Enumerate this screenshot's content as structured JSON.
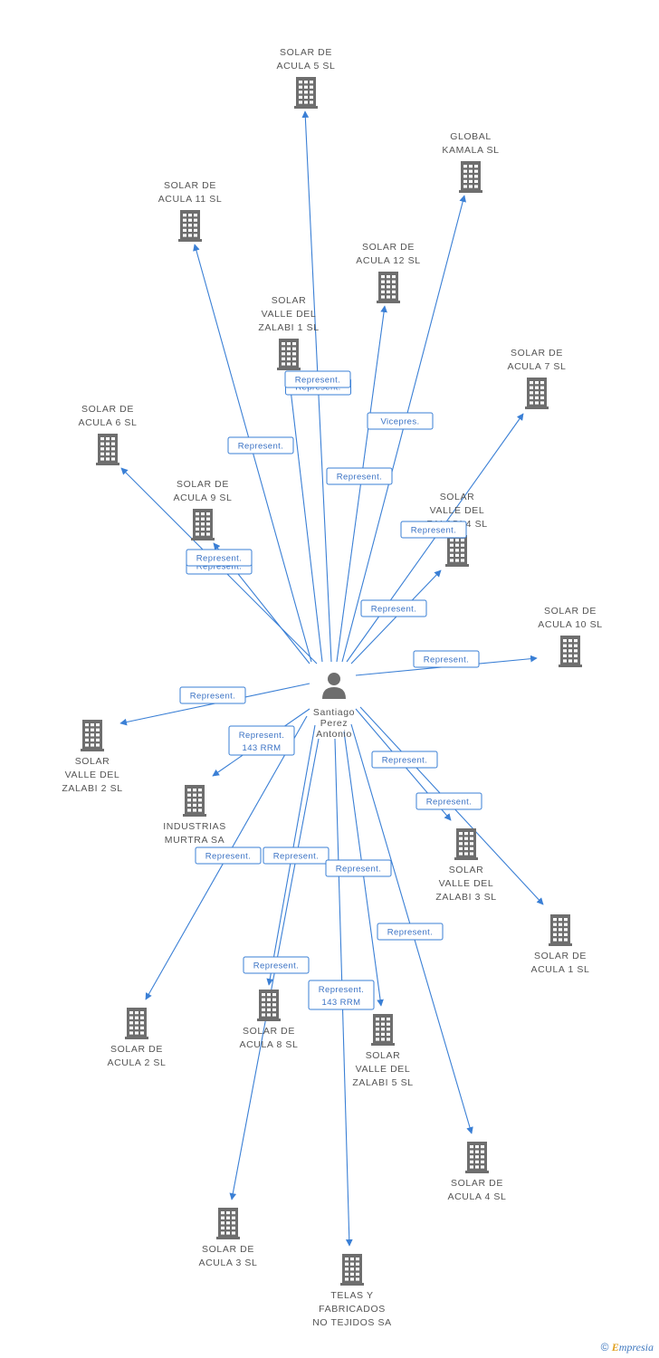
{
  "colors": {
    "edge": "#3a7fd5",
    "icon": "#6e6e6e",
    "label": "#555555",
    "edge_text": "#3a72c4"
  },
  "center": {
    "name": [
      "Santiago",
      "Perez",
      "Antonio"
    ],
    "icon": "person-icon"
  },
  "companies": [
    {
      "id": "acula5",
      "lines": [
        "SOLAR DE",
        "ACULA 5 SL"
      ],
      "icon": "building-icon"
    },
    {
      "id": "global",
      "lines": [
        "GLOBAL",
        "KAMALA SL"
      ],
      "icon": "building-icon"
    },
    {
      "id": "acula11",
      "lines": [
        "SOLAR DE",
        "ACULA 11 SL"
      ],
      "icon": "building-icon"
    },
    {
      "id": "acula12",
      "lines": [
        "SOLAR DE",
        "ACULA 12 SL"
      ],
      "icon": "building-icon"
    },
    {
      "id": "zalabi1",
      "lines": [
        "SOLAR",
        "VALLE DEL",
        "ZALABI 1 SL"
      ],
      "icon": "building-icon"
    },
    {
      "id": "acula7",
      "lines": [
        "SOLAR DE",
        "ACULA 7 SL"
      ],
      "icon": "building-icon"
    },
    {
      "id": "acula6",
      "lines": [
        "SOLAR DE",
        "ACULA 6 SL"
      ],
      "icon": "building-icon"
    },
    {
      "id": "acula9",
      "lines": [
        "SOLAR DE",
        "ACULA 9 SL"
      ],
      "icon": "building-icon"
    },
    {
      "id": "zalabi4",
      "lines": [
        "SOLAR",
        "VALLE DEL",
        "ZALABI 4 SL"
      ],
      "icon": "building-icon"
    },
    {
      "id": "acula10",
      "lines": [
        "SOLAR DE",
        "ACULA 10 SL"
      ],
      "icon": "building-icon"
    },
    {
      "id": "zalabi2",
      "lines": [
        "SOLAR",
        "VALLE DEL",
        "ZALABI 2 SL"
      ],
      "icon": "building-icon"
    },
    {
      "id": "murtra",
      "lines": [
        "INDUSTRIAS",
        "MURTRA SA"
      ],
      "icon": "building-icon"
    },
    {
      "id": "zalabi3",
      "lines": [
        "SOLAR",
        "VALLE DEL",
        "ZALABI 3 SL"
      ],
      "icon": "building-icon"
    },
    {
      "id": "acula1",
      "lines": [
        "SOLAR DE",
        "ACULA 1 SL"
      ],
      "icon": "building-icon"
    },
    {
      "id": "acula2",
      "lines": [
        "SOLAR DE",
        "ACULA 2 SL"
      ],
      "icon": "building-icon"
    },
    {
      "id": "acula8",
      "lines": [
        "SOLAR DE",
        "ACULA 8 SL"
      ],
      "icon": "building-icon"
    },
    {
      "id": "zalabi5",
      "lines": [
        "SOLAR",
        "VALLE DEL",
        "ZALABI 5 SL"
      ],
      "icon": "building-icon"
    },
    {
      "id": "acula4",
      "lines": [
        "SOLAR DE",
        "ACULA 4 SL"
      ],
      "icon": "building-icon"
    },
    {
      "id": "acula3",
      "lines": [
        "SOLAR DE",
        "ACULA 3 SL"
      ],
      "icon": "building-icon"
    },
    {
      "id": "telas",
      "lines": [
        "TELAS Y",
        "FABRICADOS",
        "NO TEJIDOS SA"
      ],
      "icon": "building-icon"
    }
  ],
  "relations": [
    {
      "to": "acula5",
      "label": [
        "Represent."
      ]
    },
    {
      "to": "global",
      "label": [
        "Vicepres."
      ]
    },
    {
      "to": "acula11",
      "label": [
        "Represent."
      ]
    },
    {
      "to": "acula12",
      "label": [
        "Represent."
      ]
    },
    {
      "to": "zalabi1",
      "label": [
        "Represent."
      ]
    },
    {
      "to": "acula7",
      "label": [
        "Represent."
      ]
    },
    {
      "to": "acula6",
      "label": [
        "Represent."
      ]
    },
    {
      "to": "acula9",
      "label": [
        "Represent."
      ]
    },
    {
      "to": "zalabi4",
      "label": [
        "Represent."
      ]
    },
    {
      "to": "acula10",
      "label": [
        "Represent."
      ]
    },
    {
      "to": "zalabi2",
      "label": [
        "Represent."
      ]
    },
    {
      "to": "murtra",
      "label": [
        "Represent.",
        "143 RRM"
      ]
    },
    {
      "to": "zalabi3",
      "label": [
        "Represent."
      ]
    },
    {
      "to": "acula1",
      "label": [
        "Represent."
      ]
    },
    {
      "to": "acula2",
      "label": [
        "Represent."
      ]
    },
    {
      "to": "acula3",
      "label": [
        "Represent."
      ]
    },
    {
      "to": "zalabi5",
      "label": [
        "Represent."
      ]
    },
    {
      "to": "acula4",
      "label": [
        "Represent."
      ]
    },
    {
      "to": "acula8",
      "label": [
        "Represent."
      ]
    },
    {
      "to": "telas",
      "label": [
        "Represent.",
        "143 RRM"
      ]
    }
  ],
  "footer": {
    "copyright": "©",
    "brand_initial": "E",
    "brand_rest": "mpresia"
  }
}
